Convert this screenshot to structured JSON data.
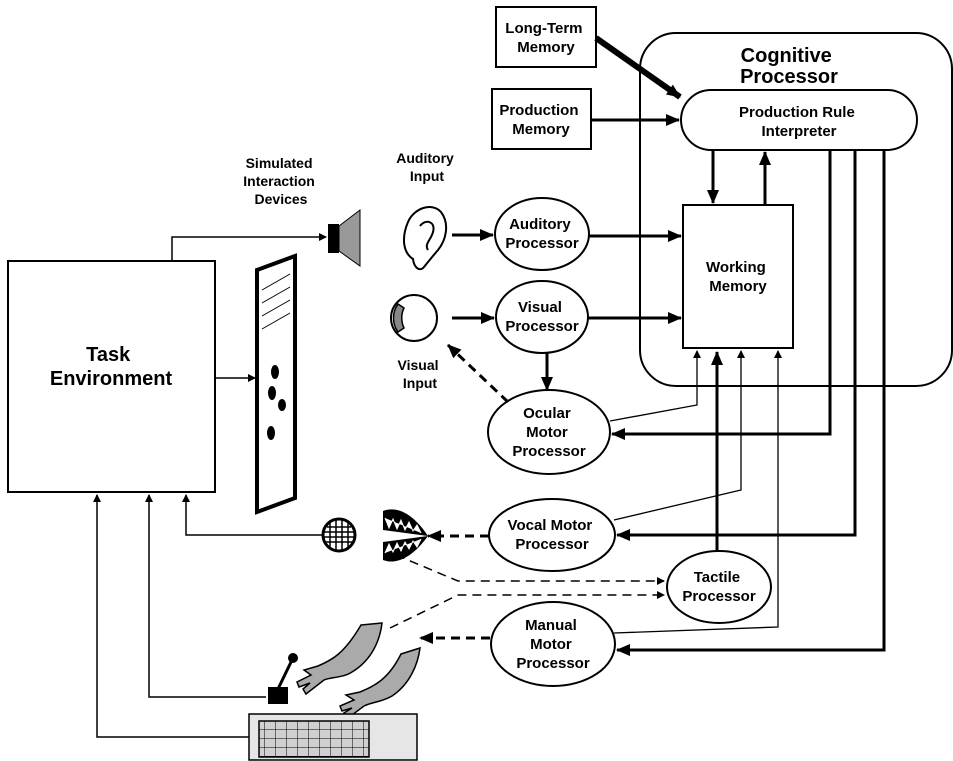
{
  "boxes": {
    "long_term_memory": [
      "Long-Term",
      "Memory"
    ],
    "production_memory": [
      "Production",
      "Memory"
    ],
    "cognitive_processor": [
      "Cognitive",
      "Processor"
    ],
    "production_rule_interpreter": [
      "Production Rule",
      "Interpreter"
    ],
    "working_memory": [
      "Working",
      "Memory"
    ],
    "auditory_processor": [
      "Auditory",
      "Processor"
    ],
    "visual_processor": [
      "Visual",
      "Processor"
    ],
    "ocular_motor_processor": [
      "Ocular",
      "Motor",
      "Processor"
    ],
    "vocal_motor_processor": [
      "Vocal Motor",
      "Processor"
    ],
    "tactile_processor": [
      "Tactile",
      "Processor"
    ],
    "manual_motor_processor": [
      "Manual",
      "Motor",
      "Processor"
    ],
    "task_environment": [
      "Task",
      "Environment"
    ]
  },
  "labels": {
    "simulated_devices": [
      "Simulated",
      "Interaction",
      "Devices"
    ],
    "auditory_input": [
      "Auditory",
      "Input"
    ],
    "visual_input": [
      "Visual",
      "Input"
    ]
  }
}
